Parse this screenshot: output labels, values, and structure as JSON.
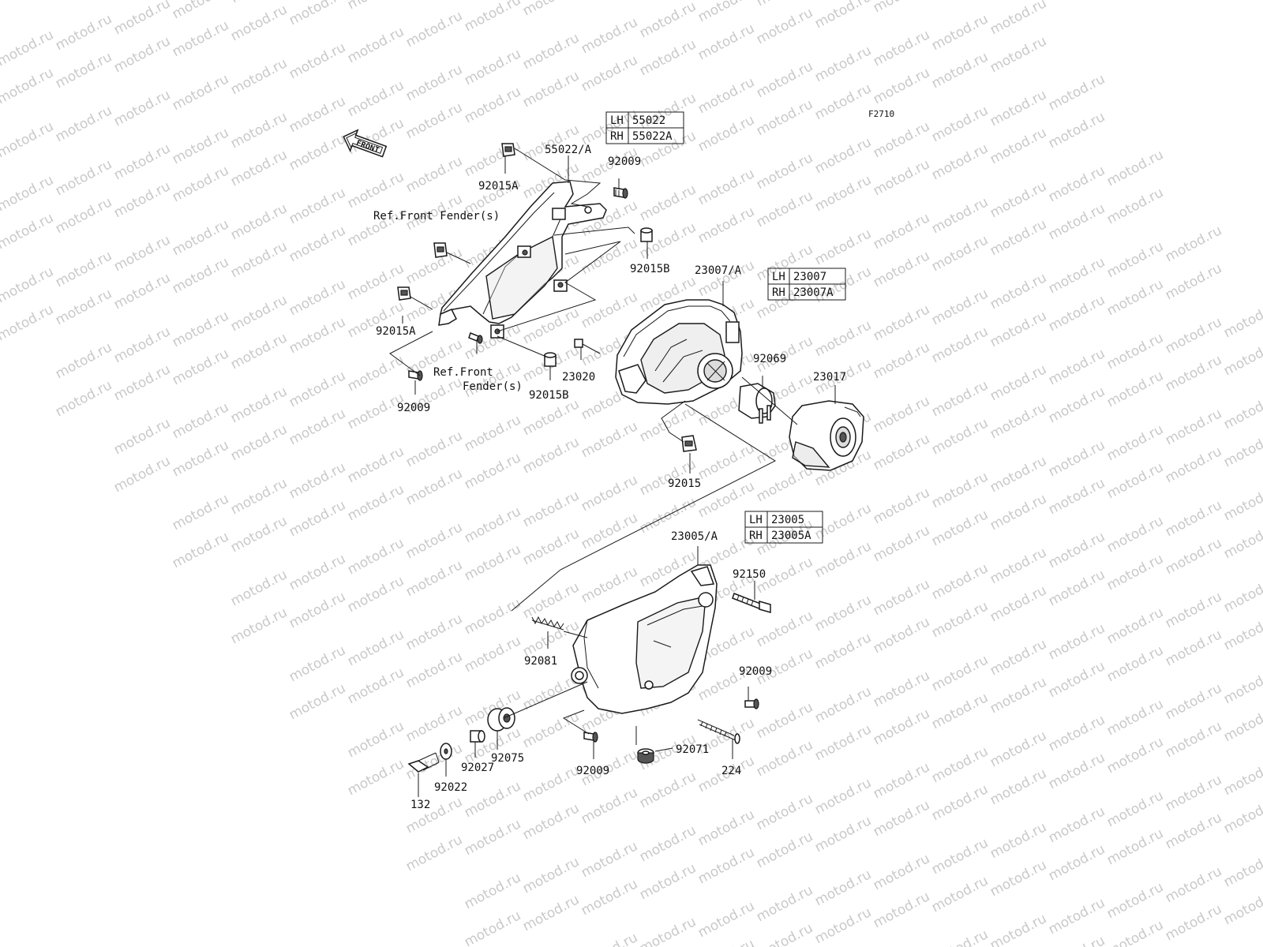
{
  "watermark": "motod.ru",
  "figure_code": "F2710",
  "front_arrow": "FRONT",
  "labels": {
    "p55022A": "55022/A",
    "p92009_top": "92009",
    "p92015A_top": "92015A",
    "ref_fender_1": "Ref.Front Fender(s)",
    "p92015B_right": "92015B",
    "p23007A": "23007/A",
    "p92015A_left": "92015A",
    "ref_fender_2a": "Ref.Front",
    "ref_fender_2b": "Fender(s)",
    "p92009_left": "92009",
    "p92015B_low": "92015B",
    "p23020": "23020",
    "p92069": "92069",
    "p23017": "23017",
    "p92015": "92015",
    "p23005A": "23005/A",
    "p92150": "92150",
    "p92081": "92081",
    "p92009_right": "92009",
    "p92075": "92075",
    "p92027": "92027",
    "p92009_bottom": "92009",
    "p92071": "92071",
    "p224": "224",
    "p92022": "92022",
    "p132": "132"
  },
  "tables": {
    "t55022": [
      [
        "LH",
        "55022"
      ],
      [
        "RH",
        "55022A"
      ]
    ],
    "t23007": [
      [
        "LH",
        "23007"
      ],
      [
        "RH",
        "23007A"
      ]
    ],
    "t23005": [
      [
        "LH",
        "23005"
      ],
      [
        "RH",
        "23005A"
      ]
    ]
  }
}
